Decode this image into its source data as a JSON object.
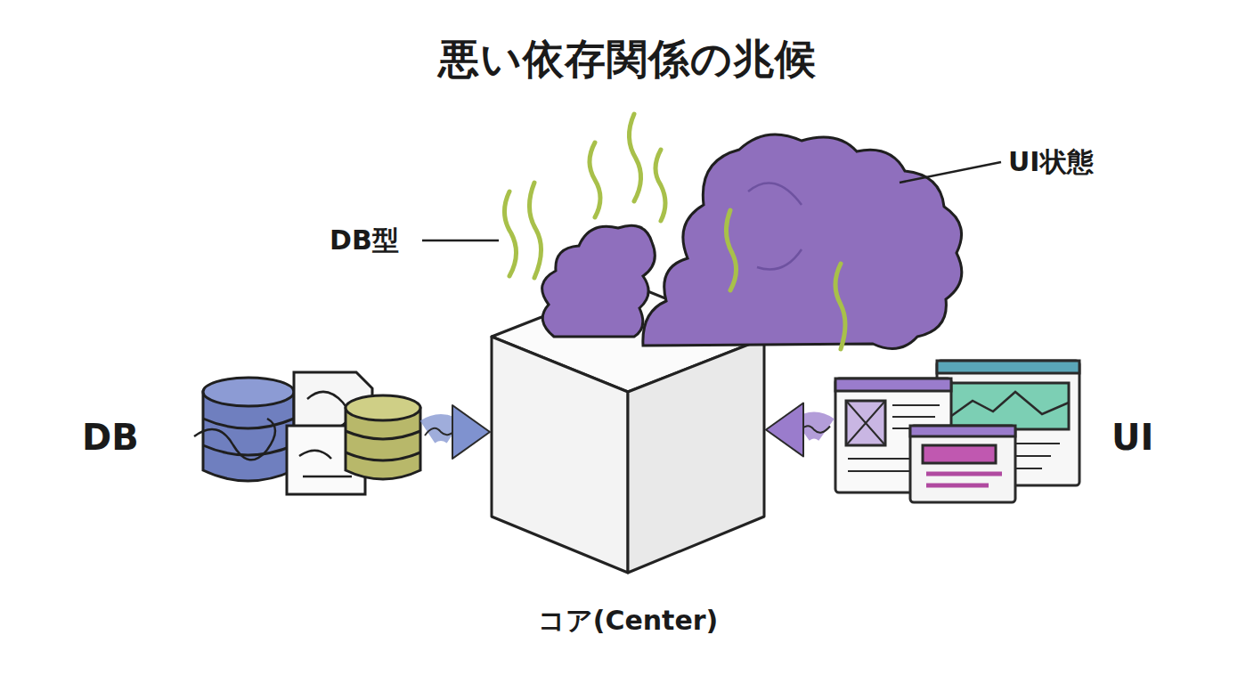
{
  "diagram": {
    "title": "悪い依存関係の兆候",
    "nodes": [
      {
        "text": [
          "コア(Center)"
        ]
      },
      {
        "text": [
          "DB"
        ]
      },
      {
        "text": [
          "UI"
        ]
      }
    ],
    "edges": [
      {
        "from": 1,
        "to": 0,
        "arrow": "to"
      },
      {
        "from": 2,
        "to": 0,
        "arrow": "to"
      }
    ],
    "labels": [
      "DB型",
      "UI状態"
    ]
  }
}
